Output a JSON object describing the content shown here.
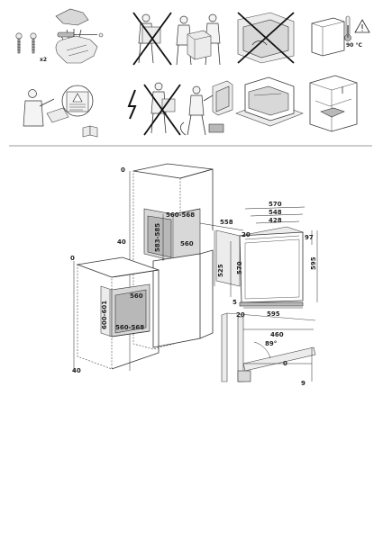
{
  "safety": {
    "screws_qty": "x2",
    "temperature": "90 °C",
    "icons": [
      "screws-icon",
      "gloves-icon",
      "screwdriver-icon",
      "warning-icon",
      "thermometer-icon",
      "manual-book-icon",
      "electric-hazard-icon"
    ]
  },
  "dims": {
    "tall_top": "0",
    "tall_height": "583-585",
    "tall_offset": "40",
    "tall_niche_width": "560-568",
    "tall_niche_depth": "560",
    "side_depth": "558",
    "oven_d570": "570",
    "oven_d548": "548",
    "oven_d428": "428",
    "oven_top20": "20",
    "oven_h97": "97",
    "oven_h525": "525",
    "oven_h570": "570",
    "oven_h595": "595",
    "oven_b5": "5",
    "oven_b20": "20",
    "oven_w595": "595",
    "base_top": "0",
    "base_height": "600-601",
    "base_niche_width": "560-568",
    "base_niche_depth": "560",
    "base_bottom": "40",
    "door_460": "460",
    "door_angle": "89°",
    "door_0": "0",
    "door_9": "9"
  }
}
